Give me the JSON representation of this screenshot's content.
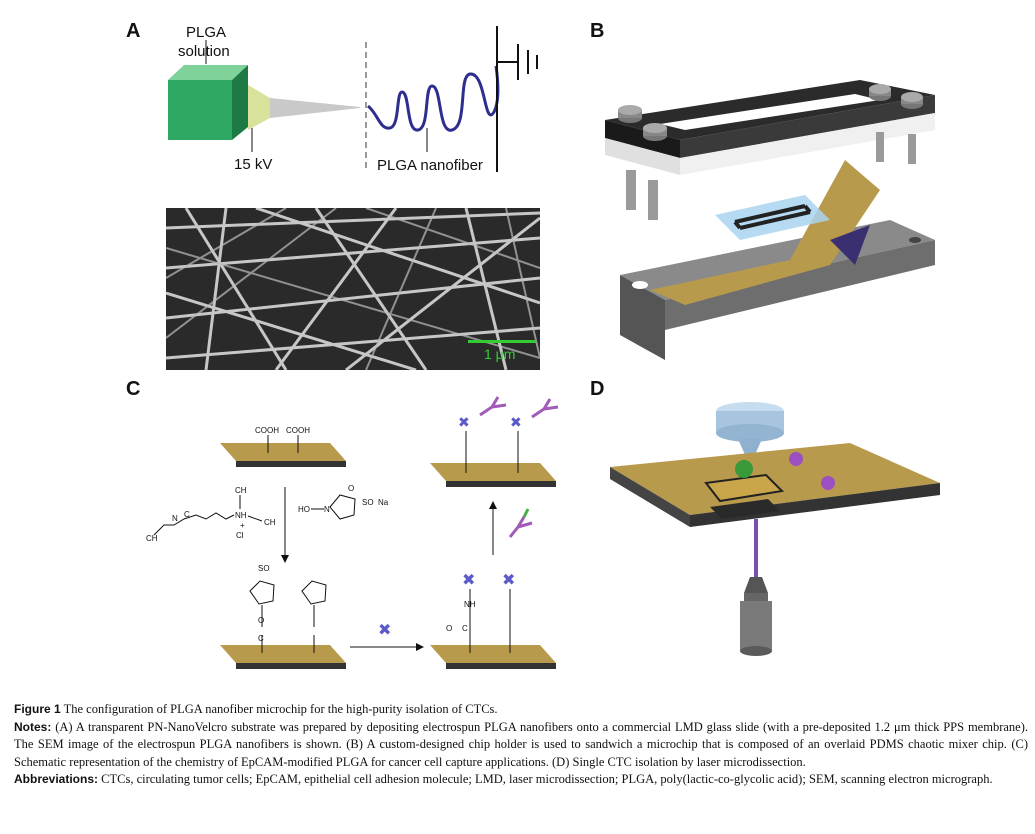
{
  "panels": {
    "a": {
      "label": "A",
      "solution_line1": "PLGA",
      "solution_line2": "solution",
      "voltage": "15 kV",
      "nanofiber": "PLGA nanofiber",
      "scale_bar": "1 μm"
    },
    "b": {
      "label": "B"
    },
    "c": {
      "label": "C",
      "cooh1": "COOH",
      "cooh2": "COOH",
      "edc_ch3_top": "CH",
      "edc_nh": "NH",
      "edc_plus": "+",
      "edc_cl": "Cl",
      "edc_n": "N",
      "edc_c": "C",
      "edc_ch3_left": "CH",
      "edc_ch3_right": "CH",
      "nhs_ho": "HO",
      "nhs_n": "N",
      "nhs_so3na": "SO",
      "nhs_na": "Na",
      "nhs_o": "O",
      "ester_so3na": "SO",
      "ester_o": "O",
      "ester_c": "C",
      "amide_nh": "NH",
      "amide_c": "C",
      "amide_o": "O"
    },
    "d": {
      "label": "D"
    }
  },
  "caption": {
    "figure_label": "Figure 1",
    "figure_title": "The configuration of PLGA nanofiber microchip for the high-purity isolation of CTCs.",
    "notes_label": "Notes:",
    "notes_text": "(A) A transparent PN-NanoVelcro substrate was prepared by depositing electrospun PLGA nanofibers onto a commercial LMD glass slide (with a pre-deposited 1.2 μm thick PPS membrane). The SEM image of the electrospun PLGA nanofibers is shown. (B) A custom-designed chip holder is used to sandwich a microchip that is composed of an overlaid PDMS chaotic mixer chip. (C) Schematic representation of the chemistry of EpCAM-modified PLGA for cancer cell capture applications. (D) Single CTC isolation by laser microdissection.",
    "abbrev_label": "Abbreviations:",
    "abbrev_text": "CTCs, circulating tumor cells; EpCAM, epithelial cell adhesion molecule; LMD, laser microdissection; PLGA, poly(lactic-co-glycolic acid); SEM, scanning electron micrograph."
  },
  "colors": {
    "green_block": "#2fa864",
    "nanofiber_coil": "#2d2f8f",
    "scale_bar": "#33cc33",
    "substrate": "#b89a4c",
    "antibody": "#a05ab8",
    "cross": "#5a5ac8",
    "holder_dark": "#2b2b2b",
    "holder_gray": "#8a8a8a"
  }
}
